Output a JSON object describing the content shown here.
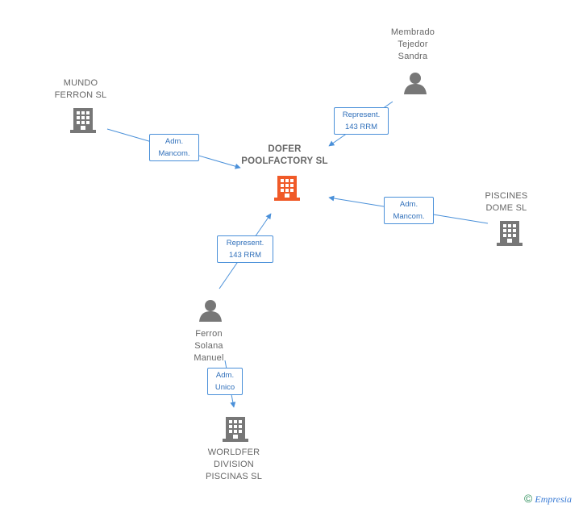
{
  "colors": {
    "edge": "#4a90d9",
    "building": "#777777",
    "building_main": "#f05a28",
    "person": "#777777"
  },
  "nodes": {
    "main": {
      "label": "DOFER\nPOOLFACTORY SL",
      "icon": "building-icon"
    },
    "mundo": {
      "label": "MUNDO\nFERRON SL",
      "icon": "building-icon"
    },
    "membrado": {
      "label": "Membrado\nTejedor\nSandra",
      "icon": "person-icon"
    },
    "piscines": {
      "label": "PISCINES\nDOME SL",
      "icon": "building-icon"
    },
    "ferron": {
      "label": "Ferron\nSolana\nManuel",
      "icon": "person-icon"
    },
    "worldfer": {
      "label": "WORLDFER\nDIVISION\nPISCINAS SL",
      "icon": "building-icon"
    }
  },
  "edges": {
    "mundo_main": "Adm.\nMancom.",
    "membrado_main": "Represent.\n143 RRM",
    "piscines_main": "Adm.\nMancom.",
    "ferron_main": "Represent.\n143 RRM",
    "ferron_worldfer": "Adm.\nUnico"
  },
  "footer": {
    "copyright": "©",
    "brand": "Empresia"
  }
}
